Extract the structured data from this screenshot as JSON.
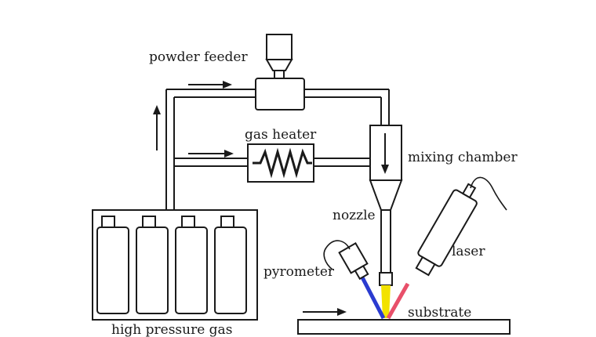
{
  "labels": {
    "powder_feeder": "powder feeder",
    "gas_heater": "gas heater",
    "mixing_chamber": "mixing chamber",
    "nozzle": "nozzle",
    "laser": "laser",
    "pyrometer": "pyrometer",
    "substrate": "substrate",
    "high_pressure_gas": "high pressure gas"
  },
  "colors": {
    "line": "#1a1a1a",
    "spray": "#f2e200",
    "pyrometer_beam": "#2a3bd0",
    "laser_beam": "#e8506a"
  }
}
